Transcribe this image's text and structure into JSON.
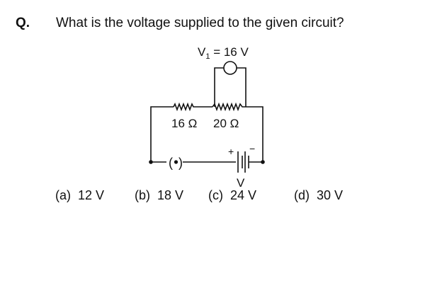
{
  "question": {
    "label": "Q.",
    "text": "What is the voltage supplied to the given circuit?"
  },
  "circuit": {
    "voltmeter_reading": "V",
    "voltmeter_subscript": "1",
    "voltmeter_value": " = 16 V",
    "resistor_1": "16 Ω",
    "resistor_2": "20 Ω",
    "battery_plus": "+",
    "battery_minus": "−",
    "battery_label": "V"
  },
  "options": [
    {
      "label": "(a)",
      "value": "12 V"
    },
    {
      "label": "(b)",
      "value": "18 V"
    },
    {
      "label": "(c)",
      "value": "24 V"
    },
    {
      "label": "(d)",
      "value": "30 V"
    }
  ]
}
